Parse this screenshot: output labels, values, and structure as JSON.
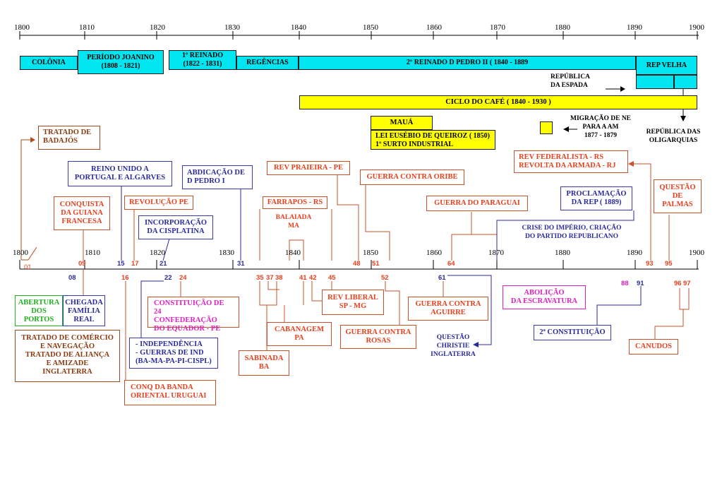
{
  "top_axis_years": [
    "1800",
    "1810",
    "1820",
    "1830",
    "1840",
    "1850",
    "1860",
    "1870",
    "1880",
    "1890",
    "1900"
  ],
  "bottom_axis_years": [
    "1800",
    "1810",
    "1820",
    "1830",
    "1840",
    "1850",
    "1860",
    "1870",
    "1880",
    "1890",
    "1900"
  ],
  "periods": {
    "colonia": "COLÔNIA",
    "joanino": "PERÍODO JOANINO\n(1808 - 1821)",
    "reinado1": "1º  REINADO\n(1822 - 1831)",
    "regencias": "REGÊNCIAS",
    "reinado2": "2º REINADO  D PEDRO II   ( 1840 - 1889",
    "rep_velha": "REP  VELHA",
    "rep_espada": "REPÚBLICA\nDA ESPADA",
    "ciclo_cafe": "CICLO DO CAFÉ  ( 1840 - 1930 )",
    "maua": "MAUÁ",
    "eusebio": "LEI EUSÉBIO DE QUEIROZ ( 1850)\n1º SURTO INDUSTRIAL",
    "migracao": "MIGRAÇÃO DE NE\nPARA  A  AM\n1877 - 1879",
    "oligarquias": "REPÚBLICA DAS\nOLIGARQUIAS"
  },
  "events_top": {
    "badajos": "TRATADO DE\nBADAJÓS",
    "reino_unido": "REINO UNIDO A\nPORTUGAL E ALGARVES",
    "abdicacao": "ABDICAÇÃO DE\nD PEDRO I",
    "rev_praieira": "REV PRAIEIRA - PE",
    "guerra_oribe": "GUERRA CONTRA ORIBE",
    "rev_federalista": "REV FEDERALISTA - RS\nREVOLTA DA ARMADA - RJ",
    "questao_palmas": "QUESTÃO\nDE\nPALMAS",
    "guiana": "CONQUISTA\nDA GUIANA\nFRANCESA",
    "rev_pe": "REVOLUÇÃO PE",
    "cisplatina": "INCORPORAÇÃO\nDA CISPLATINA",
    "farrapos": "FARRAPOS  - RS",
    "balaiada": "BALAIADA\nMA",
    "paraguai": "GUERRA DO PARAGUAI",
    "proclamacao": "PROCLAMAÇÃO\nDA  REP ( 1889)",
    "crise": "CRISE DO IMPÉRIO, CRIAÇÃO\nDO PARTIDO REPUBLICANO"
  },
  "year_marks": {
    "y01": "01",
    "y09": "09",
    "y15": "15",
    "y17": "17",
    "y21": "21",
    "y31": "31",
    "y48": "48",
    "y51": "51",
    "y64": "64",
    "y93": "93",
    "y95": "95",
    "y08": "08",
    "y16": "16",
    "y22": "22",
    "y24": "24",
    "y35": "35",
    "y37": "37",
    "y38": "38",
    "y41": "41",
    "y42": "42",
    "y45": "45",
    "y52": "52",
    "y61": "61",
    "y88": "88",
    "y91": "91",
    "y96": "96",
    "y97": "97"
  },
  "events_bottom": {
    "abertura": "ABERTURA\nDOS\nPORTOS",
    "chegada": "CHEGADA\nFAMÍLIA\nREAL",
    "tratado_comercio": "TRATADO DE COMÉRCIO\nE NAVEGAÇÃO\nTRATADO DE ALIANÇA\nE AMIZADE\nINGLATERRA",
    "constituicao24": "CONSTITUIÇÃO DE 24\nCONFEDERAÇÃO\nDO EQUADOR - PE",
    "independencia": "- INDEPENDÊNCIA\n- GUERRAS DE IND\n(BA-MA-PA-PI-CISPL)",
    "banda_oriental": "CONQ DA BANDA\nORIENTAL  URUGUAI",
    "rev_liberal": "REV LIBERAL\nSP  -   MG",
    "cabanagem": "CABANAGEM\nPA",
    "sabinada": "SABINADA\nBA",
    "rosas": "GUERRA CONTRA\nROSAS",
    "aguirre": "GUERRA CONTRA\nAGUIRRE",
    "christie": "QUESTÃO\nCHRISTIE\nINGLATERRA",
    "abolicao": "ABOLIÇÃO\nDA ESCRAVATURA",
    "constituicao2": "2ª CONSTITUIÇÃO",
    "canudos": "CANUDOS"
  },
  "colors": {
    "cyan": "#00e5f0",
    "yellow": "#ffff00",
    "orange": "#e8401c",
    "blue": "#2a2aa0",
    "magenta": "#e020c0",
    "green": "#20b020",
    "brown": "#a0471b"
  }
}
